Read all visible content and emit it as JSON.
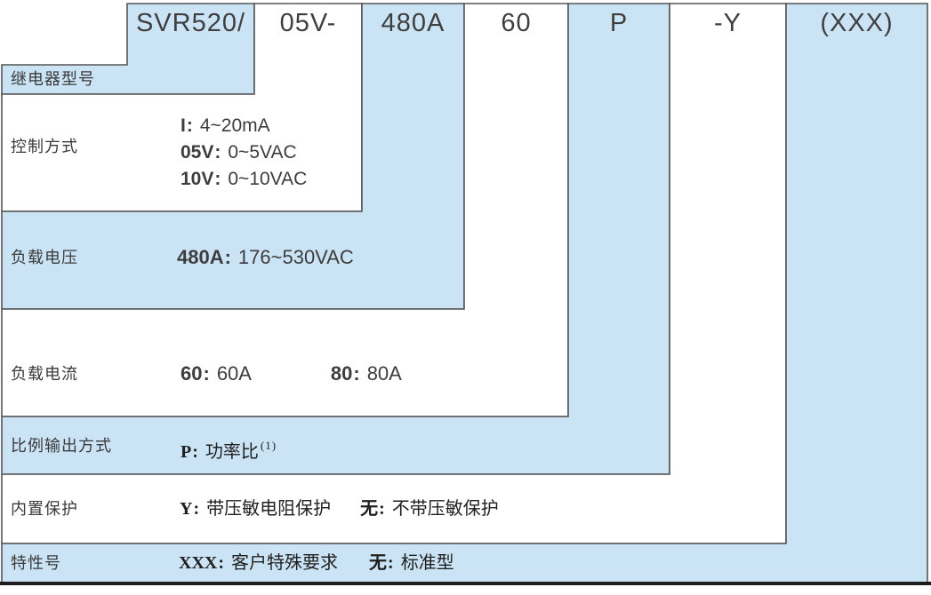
{
  "colon": ":",
  "model_segments": [
    {
      "text": "SVR520/"
    },
    {
      "text": "05V-"
    },
    {
      "text": "480A"
    },
    {
      "text": "60"
    },
    {
      "text": "P"
    },
    {
      "text": "-Y"
    },
    {
      "text": "(XXX)"
    }
  ],
  "rows": [
    {
      "label": "继电器型号",
      "values": []
    },
    {
      "label": "控制方式",
      "values": [
        {
          "key": "I",
          "desc": "4~20mA"
        },
        {
          "key": "05V",
          "desc": "0~5VAC"
        },
        {
          "key": "10V",
          "desc": "0~10VAC"
        }
      ]
    },
    {
      "label": "负载电压",
      "values": [
        {
          "key": "480A",
          "desc": "176~530VAC"
        }
      ]
    },
    {
      "label": "负载电流",
      "values": [
        {
          "key": "60",
          "desc": "60A"
        },
        {
          "key": "80",
          "desc": "80A"
        }
      ]
    },
    {
      "label": "比例输出方式",
      "values": [
        {
          "key": "P",
          "desc": "功率比",
          "note": "(1)"
        }
      ]
    },
    {
      "label": "内置保护",
      "values": [
        {
          "key": "Y",
          "desc": "带压敏电阻保护"
        },
        {
          "key": "无",
          "desc": "不带压敏保护"
        }
      ]
    },
    {
      "label": "特性号",
      "values": [
        {
          "key": "XXX",
          "desc": "客户特殊要求"
        },
        {
          "key": "无",
          "desc": "标准型"
        }
      ]
    }
  ],
  "colors": {
    "blue": "#cbe4f5",
    "white": "#ffffff",
    "border": "#555555",
    "rule": "#1c1c1c",
    "text": "#3d3d3d"
  }
}
